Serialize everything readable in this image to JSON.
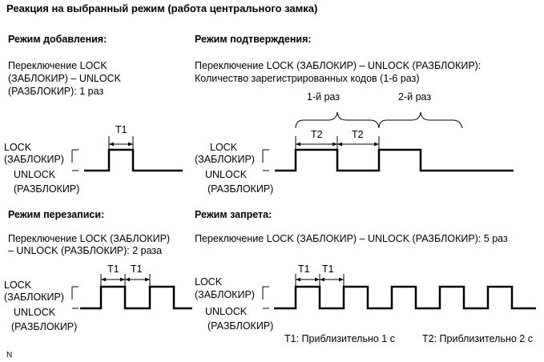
{
  "title": "Реакция на выбранный режим (работа центрального замка)",
  "modes": {
    "add": {
      "heading": "Режим добавления:",
      "desc": [
        "Переключение LOCK",
        "(ЗАБЛОКИР) – UNLOCK",
        "(РАЗБЛОКИР): 1 раз"
      ]
    },
    "confirm": {
      "heading": "Режим подтверждения:",
      "desc": [
        "Переключение LOCK (ЗАБЛОКИР) – UNLOCK (РАЗБЛОКИР):",
        "Количество зарегистрированных кодов (1-6 раз)"
      ],
      "group_labels": [
        "1-й раз",
        "2-й раз"
      ]
    },
    "rewrite": {
      "heading": "Режим перезаписи:",
      "desc": [
        "Переключение LOCK (ЗАБЛОКИР)",
        "– UNLOCK (РАЗБЛОКИР): 2 раза"
      ]
    },
    "prohibit": {
      "heading": "Режим запрета:",
      "desc": [
        "Переключение LOCK (ЗАБЛОКИР) – UNLOCK (РАЗБЛОКИР): 5 раз"
      ]
    }
  },
  "signal_labels": {
    "lock": [
      "LOCK",
      "(ЗАБЛОКИР)"
    ],
    "unlock": [
      "UNLOCK",
      "(РАЗБЛОКИР)"
    ]
  },
  "timing": {
    "t1": "T1",
    "t2": "T2"
  },
  "notes": {
    "t1": "T1: Приблизительно 1 с",
    "t2": "T2: Приблизительно 2 с"
  },
  "corner_mark": "N",
  "pulse_counts": {
    "add": 1,
    "confirm": 2,
    "rewrite": 2,
    "prohibit": 5
  }
}
